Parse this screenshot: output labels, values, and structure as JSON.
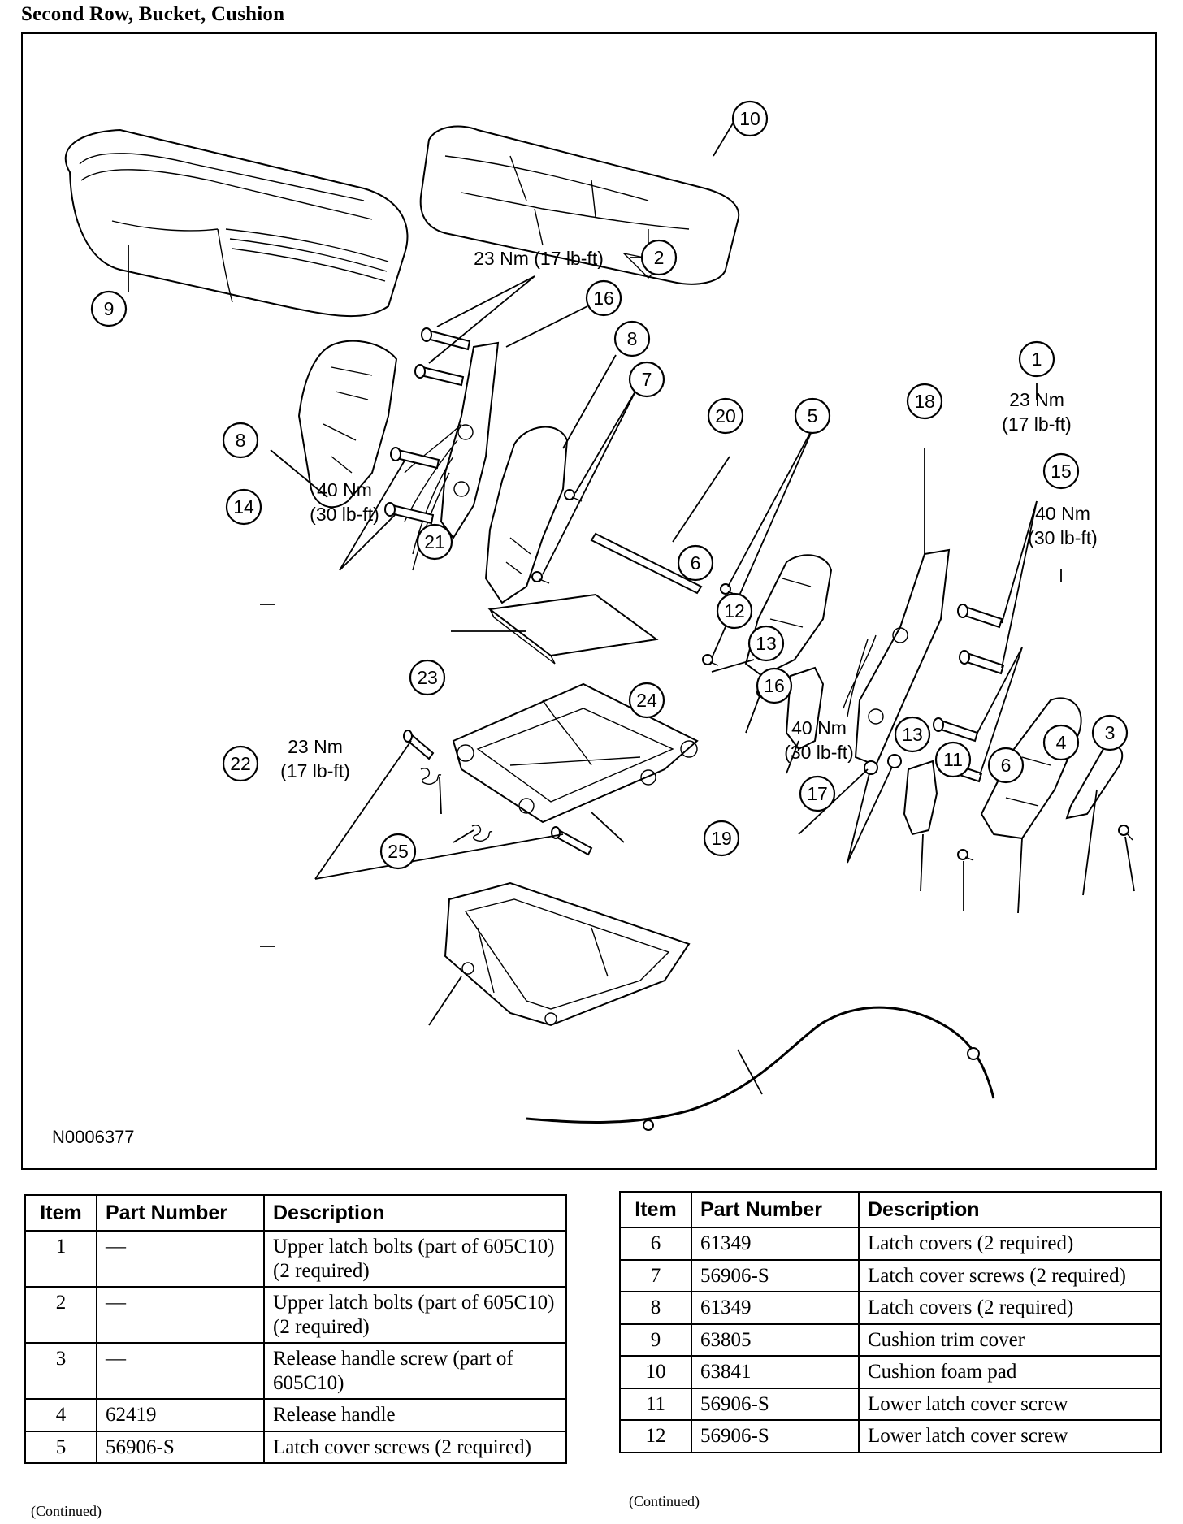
{
  "page": {
    "title": "Second Row, Bucket, Cushion",
    "figure_id": "N0006377",
    "continued_label": "(Continued)"
  },
  "figure": {
    "callouts": [
      "1",
      "2",
      "3",
      "4",
      "5",
      "6",
      "6",
      "7",
      "8",
      "8",
      "9",
      "10",
      "11",
      "12",
      "13",
      "13",
      "14",
      "15",
      "16",
      "16",
      "17",
      "18",
      "19",
      "20",
      "21",
      "22",
      "23",
      "24",
      "25"
    ],
    "torque": {
      "t2": "23 Nm (17 lb-ft)",
      "t1_nm": "23 Nm",
      "t1_lbft": "(17 lb-ft)",
      "t14_nm": "40 Nm",
      "t14_lbft": "(30 lb-ft)",
      "t15_nm": "40 Nm",
      "t15_lbft": "(30 lb-ft)",
      "t17_nm": "40 Nm",
      "t17_lbft": "(30 lb-ft)",
      "t22_nm": "23 Nm",
      "t22_lbft": "(17 lb-ft)"
    }
  },
  "tables": {
    "headers": {
      "item": "Item",
      "part_number": "Part Number",
      "description": "Description"
    },
    "left": [
      {
        "item": "1",
        "part": "—",
        "desc": "Upper latch bolts (part of 605C10) (2 required)"
      },
      {
        "item": "2",
        "part": "—",
        "desc": "Upper latch bolts (part of 605C10) (2 required)"
      },
      {
        "item": "3",
        "part": "—",
        "desc": "Release handle screw (part of 605C10)"
      },
      {
        "item": "4",
        "part": "62419",
        "desc": "Release handle"
      },
      {
        "item": "5",
        "part": "56906-S",
        "desc": "Latch cover screws (2 required)"
      }
    ],
    "right": [
      {
        "item": "6",
        "part": "61349",
        "desc": "Latch covers (2 required)"
      },
      {
        "item": "7",
        "part": "56906-S",
        "desc": "Latch cover screws (2 required)"
      },
      {
        "item": "8",
        "part": "61349",
        "desc": "Latch covers (2 required)"
      },
      {
        "item": "9",
        "part": "63805",
        "desc": "Cushion trim cover"
      },
      {
        "item": "10",
        "part": "63841",
        "desc": "Cushion foam pad"
      },
      {
        "item": "11",
        "part": "56906-S",
        "desc": "Lower latch cover screw"
      },
      {
        "item": "12",
        "part": "56906-S",
        "desc": "Lower latch cover screw"
      }
    ]
  }
}
